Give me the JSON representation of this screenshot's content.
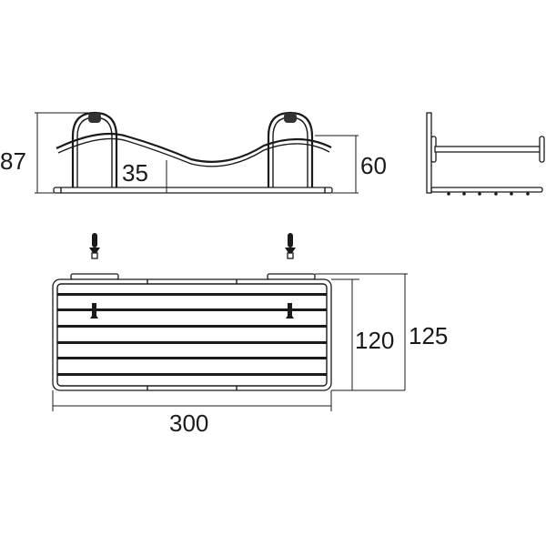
{
  "drawing": {
    "subject": "wall-mounted shelf basket technical drawing",
    "units": "mm",
    "front_view": {
      "dimensions": {
        "overall_height": "87",
        "center_dip_height": "35",
        "side_rail_height": "60"
      }
    },
    "top_view": {
      "dimensions": {
        "width": "300",
        "inner_depth": "120",
        "overall_depth": "125"
      },
      "slat_count": 6,
      "screw_count": 2,
      "wall_plug_count": 2
    },
    "side_view": {
      "description": "side profile with back plate, top rail and slotted base"
    }
  },
  "colors": {
    "line": "#1a1a1a",
    "background": "#ffffff"
  }
}
